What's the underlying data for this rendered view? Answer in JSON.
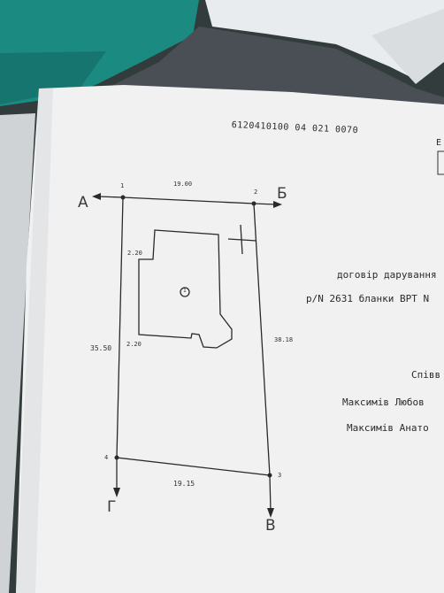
{
  "cadastral_number": "6120410100 04 021 0070",
  "corner_letter_right": "Е",
  "directions": {
    "a": "А",
    "b": "Б",
    "v": "В",
    "g": "Г"
  },
  "points": [
    "1",
    "2",
    "3",
    "4"
  ],
  "dimensions": {
    "top": "19.00",
    "bottom": "19.15",
    "left": "35.50",
    "right": "38.18",
    "inner_top": "2.20",
    "inner_bottom": "2.20"
  },
  "building_label": "1",
  "right_text": {
    "line1": "договір дарування",
    "line2": "р/N 2631 бланки ВРТ N",
    "line3": "Співв",
    "line4": "Максимів Любов",
    "line5": "Максимів Анато"
  },
  "colors": {
    "paper": "#f1f1f2",
    "ink": "#2a2a2a",
    "teal": "#1d8f86"
  }
}
